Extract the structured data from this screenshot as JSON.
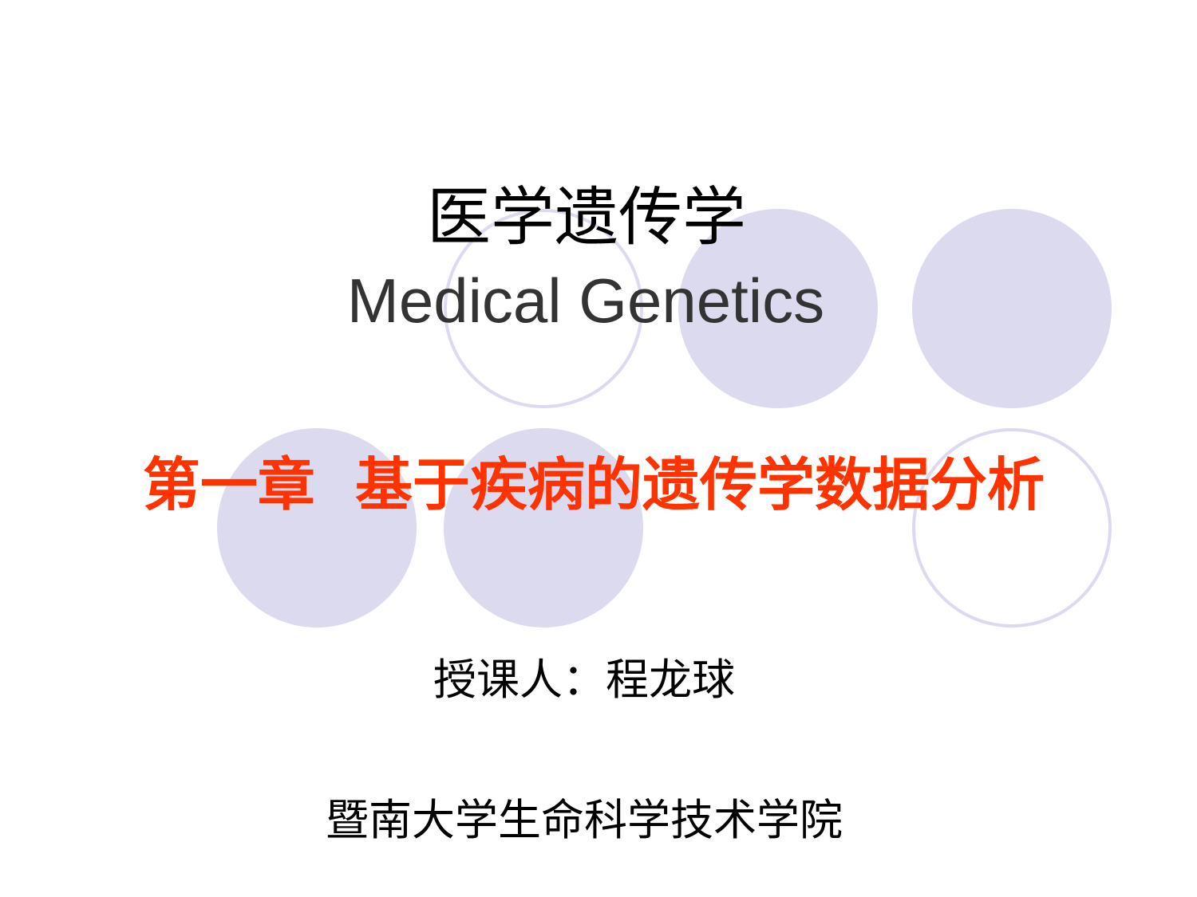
{
  "slide": {
    "title_cn": "医学遗传学",
    "title_en": "Medical Genetics",
    "chapter": "第一章  基于疾病的遗传学数据分析",
    "lecturer": "授课人：程龙球",
    "institution": "暨南大学生命科学技术学院"
  },
  "colors": {
    "circle": "#DCDAEE",
    "chapter_text": "#FF3300",
    "title_en_text": "#333333",
    "text": "#000000",
    "background": "#FFFFFF"
  },
  "decorations": {
    "circles": [
      {
        "row": 1,
        "col": 2,
        "style": "outline"
      },
      {
        "row": 1,
        "col": 3,
        "style": "filled"
      },
      {
        "row": 1,
        "col": 4,
        "style": "filled"
      },
      {
        "row": 2,
        "col": 1,
        "style": "filled"
      },
      {
        "row": 2,
        "col": 2,
        "style": "filled"
      },
      {
        "row": 2,
        "col": 4,
        "style": "outline"
      }
    ]
  }
}
